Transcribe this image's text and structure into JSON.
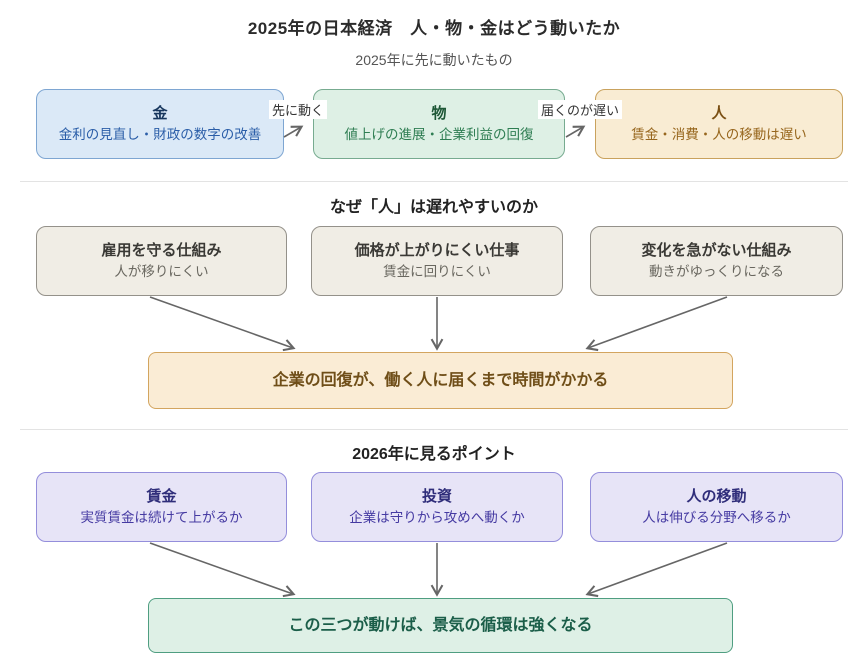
{
  "diagram": {
    "title": "2025年の日本経済　人・物・金はどう動いたか",
    "flow": {
      "heading": "2025年に先に動いたもの",
      "nodes": [
        {
          "title": "金",
          "desc": "金利の見直し・財政の数字の改善"
        },
        {
          "title": "物",
          "desc": "値上げの進展・企業利益の回復"
        },
        {
          "title": "人",
          "desc": "賃金・消費・人の移動は遅い"
        }
      ],
      "edge_labels": [
        "先に動く",
        "届くのが遅い"
      ]
    },
    "why": {
      "heading": "なぜ「人」は遅れやすいのか",
      "nodes": [
        {
          "title": "雇用を守る仕組み",
          "desc": "人が移りにくい"
        },
        {
          "title": "価格が上がりにくい仕事",
          "desc": "賃金に回りにくい"
        },
        {
          "title": "変化を急がない仕組み",
          "desc": "動きがゆっくりになる"
        }
      ],
      "conclusion": "企業の回復が、働く人に届くまで時間がかかる"
    },
    "outlook": {
      "heading": "2026年に見るポイント",
      "nodes": [
        {
          "title": "賃金",
          "desc": "実質賃金は続けて上がるか"
        },
        {
          "title": "投資",
          "desc": "企業は守りから攻めへ動くか"
        },
        {
          "title": "人の移動",
          "desc": "人は伸びる分野へ移るか"
        }
      ],
      "conclusion": "この三つが動けば、景気の循環は強くなる"
    },
    "colors": {
      "money_fill": "#dbe9f7",
      "money_border": "#7ea6d2",
      "money_text": "#2b5ea8",
      "goods_fill": "#def0e5",
      "goods_border": "#77ab90",
      "goods_text": "#2e7d52",
      "people_fill": "#f9ecd3",
      "people_border": "#c9a25d",
      "people_text": "#97661d",
      "neutral_fill": "#f0ede5",
      "neutral_border": "#94918a",
      "warn_fill": "#faecd5",
      "warn_border": "#d3a55f",
      "warn_text": "#6f4e18",
      "point_fill": "#e7e4f7",
      "point_border": "#948edb",
      "point_text": "#453aa2",
      "good_fill": "#def0e6",
      "good_border": "#4f9e81",
      "good_text": "#1b5e49",
      "arrow": "#666666",
      "divider": "#e3e3e3"
    }
  }
}
